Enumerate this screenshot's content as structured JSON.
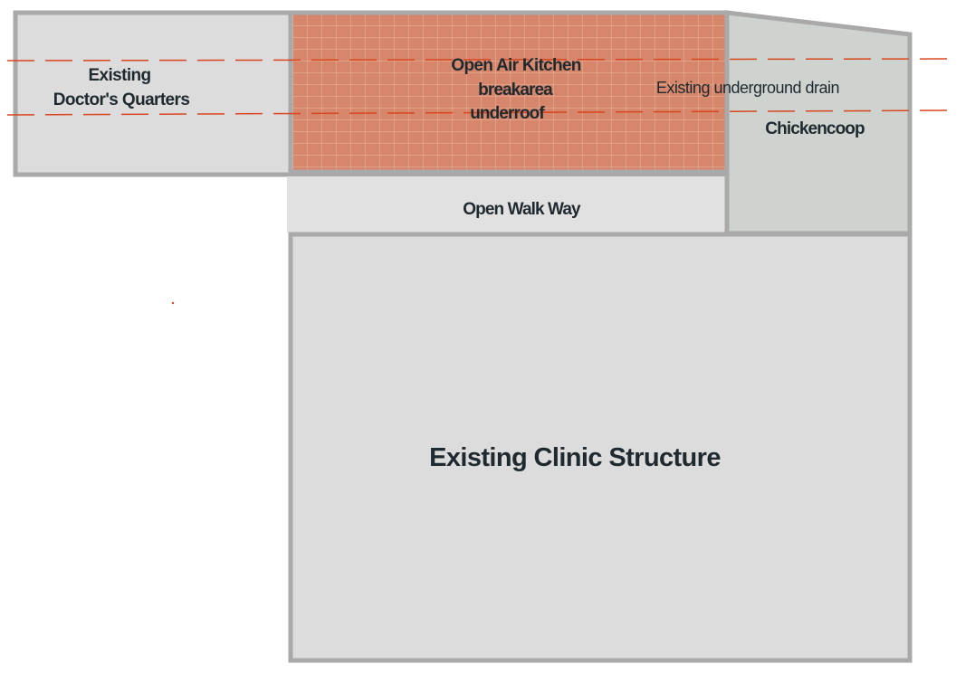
{
  "plan": {
    "doctors_quarters": {
      "line1": "Existing",
      "line2": "Doctor's Quarters"
    },
    "kitchen": {
      "line1": "Open Air Kitchen",
      "line2": "breakarea",
      "line3": "underroof"
    },
    "drain": {
      "label": "Existing underground  drain"
    },
    "chicken_coop": {
      "label": "Chickencoop"
    },
    "walkway": {
      "label": "Open Walk Way"
    },
    "clinic": {
      "label": "Existing Clinic Structure"
    }
  },
  "colors": {
    "room_fill": "#dcdcdc",
    "wall": "#a9a9a9",
    "tile_fill": "#d6866a",
    "tile_grid": "#ecb8a0",
    "coop_fill": "#cfd3cf",
    "drain_line": "#d9461f"
  }
}
